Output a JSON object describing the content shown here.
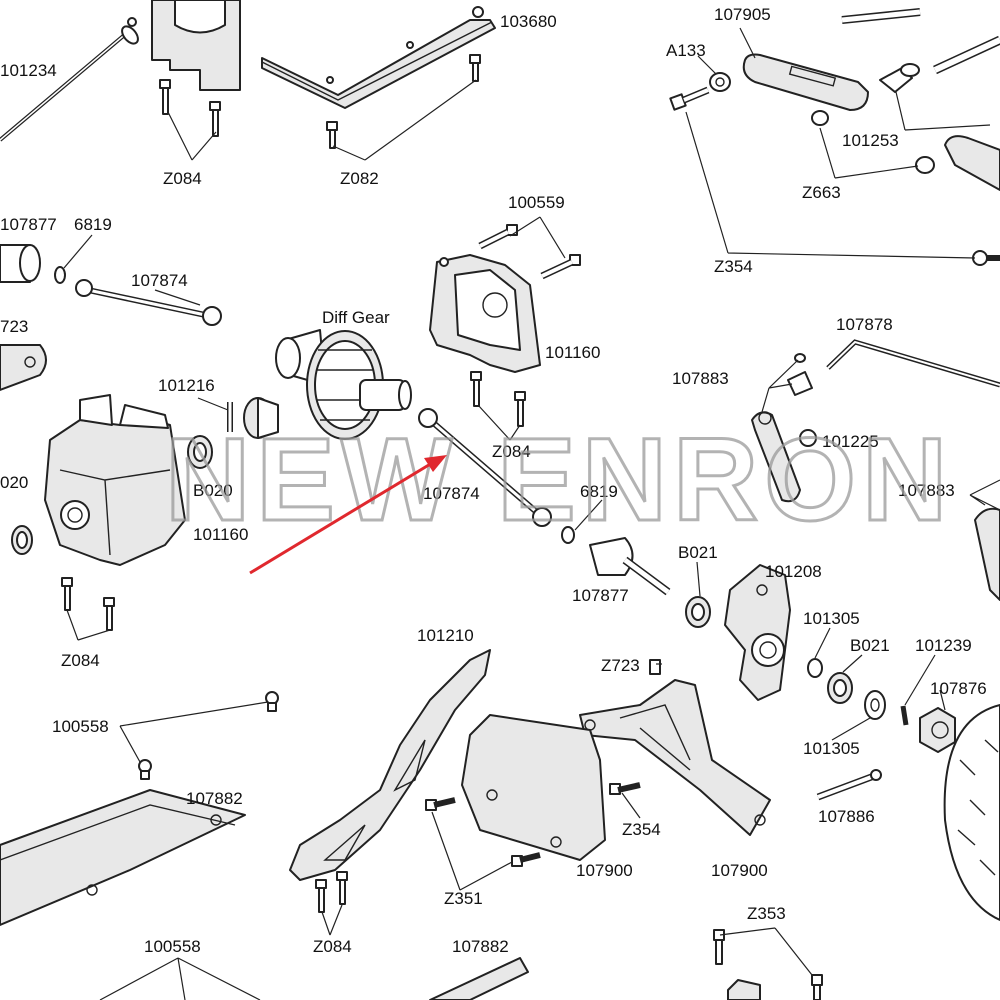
{
  "title": "",
  "watermark": "NEW ENRON",
  "highlight_color": "#e0282e",
  "labels": {
    "p101234": "101234",
    "p103680": "103680",
    "p107905": "107905",
    "a133": "A133",
    "z084_top": "Z084",
    "z082": "Z082",
    "p101253": "101253",
    "z663": "Z663",
    "z354_top": "Z354",
    "p107877_l": "107877",
    "p6819_l": "6819",
    "p107874_l": "107874",
    "p100559": "100559",
    "p723_l": "723",
    "diff_gear": "Diff Gear",
    "p101160_r": "101160",
    "p107878": "107878",
    "p101216": "101216",
    "p107883_top": "107883",
    "z084_mid": "Z084",
    "p101225": "101225",
    "b020_l": "020",
    "b020": "B020",
    "p107874_m": "107874",
    "p6819_m": "6819",
    "p107883_r": "107883",
    "p101160_l": "101160",
    "b021_a": "B021",
    "p101208": "101208",
    "p107877_m": "107877",
    "z084_left": "Z084",
    "p101210": "101210",
    "p101305_a": "101305",
    "b021_b": "B021",
    "p101239": "101239",
    "z723": "Z723",
    "p107876": "107876",
    "p100558_a": "100558",
    "p101305_b": "101305",
    "p107882_a": "107882",
    "z354_mid": "Z354",
    "p107886": "107886",
    "p107900_a": "107900",
    "p107900_b": "107900",
    "z351": "Z351",
    "z353": "Z353",
    "p100558_b": "100558",
    "z084_bot": "Z084",
    "p107882_b": "107882"
  }
}
